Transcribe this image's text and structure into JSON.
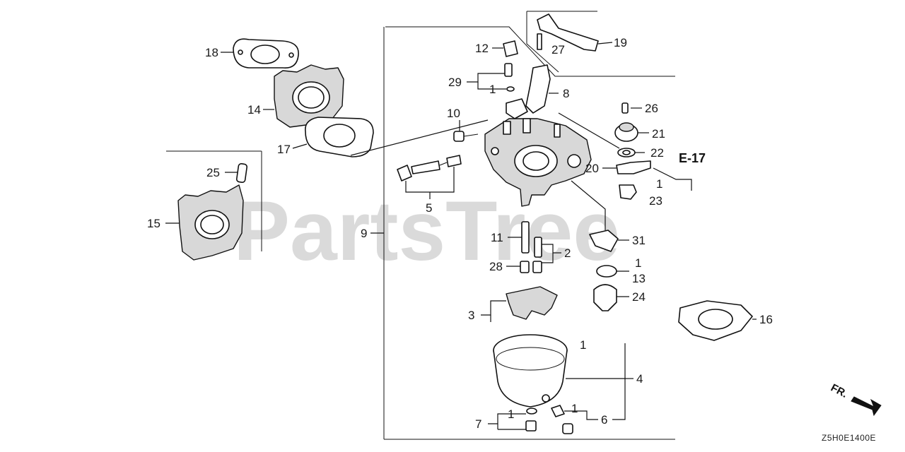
{
  "diagram": {
    "watermark": "PartsTree",
    "section_ref": "E-17",
    "direction_label": "FR.",
    "diagram_code": "Z5H0E1400E",
    "callouts": [
      {
        "id": "c18",
        "text": "18"
      },
      {
        "id": "c14",
        "text": "14"
      },
      {
        "id": "c17",
        "text": "17"
      },
      {
        "id": "c25",
        "text": "25"
      },
      {
        "id": "c15",
        "text": "15"
      },
      {
        "id": "c9",
        "text": "9"
      },
      {
        "id": "c12",
        "text": "12"
      },
      {
        "id": "c29",
        "text": "29"
      },
      {
        "id": "c1a",
        "text": "1"
      },
      {
        "id": "c8",
        "text": "8"
      },
      {
        "id": "c10",
        "text": "10"
      },
      {
        "id": "c5",
        "text": "5"
      },
      {
        "id": "c27",
        "text": "27"
      },
      {
        "id": "c19",
        "text": "19"
      },
      {
        "id": "c26",
        "text": "26"
      },
      {
        "id": "c21",
        "text": "21"
      },
      {
        "id": "c22",
        "text": "22"
      },
      {
        "id": "c20",
        "text": "20"
      },
      {
        "id": "c1b",
        "text": "1"
      },
      {
        "id": "c23",
        "text": "23"
      },
      {
        "id": "c11",
        "text": "11"
      },
      {
        "id": "c2",
        "text": "2"
      },
      {
        "id": "c28",
        "text": "28"
      },
      {
        "id": "c31",
        "text": "31"
      },
      {
        "id": "c1c",
        "text": "1"
      },
      {
        "id": "c13",
        "text": "13"
      },
      {
        "id": "c24",
        "text": "24"
      },
      {
        "id": "c3",
        "text": "3"
      },
      {
        "id": "c16",
        "text": "16"
      },
      {
        "id": "c1d",
        "text": "1"
      },
      {
        "id": "c4",
        "text": "4"
      },
      {
        "id": "c1e",
        "text": "1"
      },
      {
        "id": "c1f",
        "text": "1"
      },
      {
        "id": "c7",
        "text": "7"
      },
      {
        "id": "c6",
        "text": "6"
      }
    ]
  }
}
